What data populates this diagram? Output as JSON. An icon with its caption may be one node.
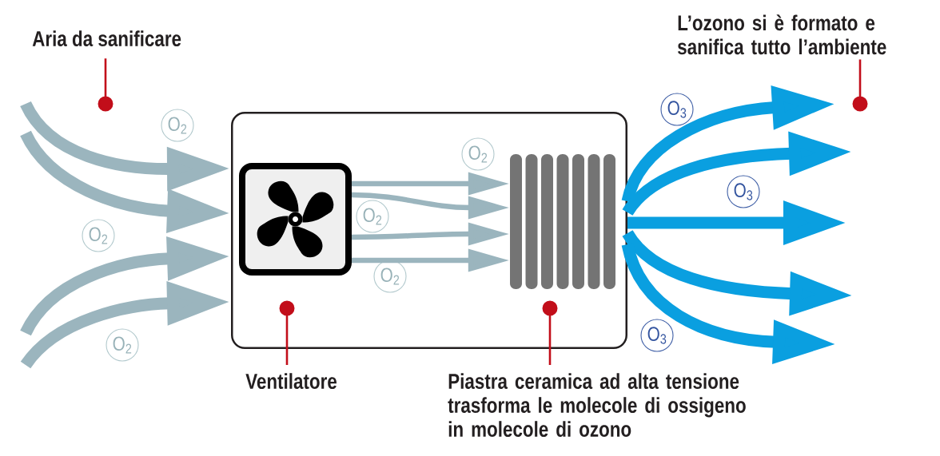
{
  "diagram": {
    "nodes": [
      {
        "text": [
          "Aria da sanificare"
        ]
      },
      {
        "text": [
          "L’ozono si è formato e sanifica tutto l’ambiente"
        ]
      },
      {
        "text": [],
        "shape": "box"
      },
      {
        "text": [],
        "shape": "picture",
        "in": 2
      },
      {
        "text": [],
        "shape": "picture",
        "in": 2
      },
      {
        "text": [
          "O$_{2}$"
        ],
        "in": 2
      },
      {
        "text": [
          "O$_{2}$"
        ],
        "in": 2
      },
      {
        "text": [
          "O$_{2}$"
        ],
        "in": 2
      },
      {
        "text": [
          "O$_{2}$"
        ]
      },
      {
        "text": [
          "O$_{2}$"
        ]
      },
      {
        "text": [
          "O$_{2}$"
        ]
      },
      {
        "text": [
          "O$_{3}$"
        ]
      },
      {
        "text": [
          "O$_{3}$"
        ]
      },
      {
        "text": [
          "O$_{3}$"
        ]
      },
      {
        "text": [
          "Ventilatore"
        ]
      },
      {
        "text": [
          "Piastra ceramica ad alta tensione trasforma le molecole di ossigeno in molecole di ozono"
        ]
      }
    ],
    "edges": [
      {
        "from": null,
        "to": 2,
        "arrow": "to"
      },
      {
        "from": null,
        "to": 2,
        "arrow": "to"
      },
      {
        "from": null,
        "to": 2,
        "arrow": "to"
      },
      {
        "from": null,
        "to": 2,
        "arrow": "to"
      },
      {
        "from": 3,
        "to": 4,
        "arrow": "to"
      },
      {
        "from": 3,
        "to": 4,
        "arrow": "to"
      },
      {
        "from": 3,
        "to": 4,
        "arrow": "to"
      },
      {
        "from": 3,
        "to": 4,
        "arrow": "to"
      },
      {
        "from": 2,
        "to": null,
        "arrow": "to",
        "color": "#0a9fe0"
      },
      {
        "from": 2,
        "to": null,
        "arrow": "to",
        "color": "#0a9fe0"
      },
      {
        "from": 2,
        "to": null,
        "arrow": "to",
        "color": "#0a9fe0"
      },
      {
        "from": 2,
        "to": null,
        "arrow": "to",
        "color": "#0a9fe0"
      },
      {
        "from": 2,
        "to": null,
        "arrow": "to",
        "color": "#0a9fe0"
      },
      {
        "from": 0,
        "to": null,
        "arrow": "other",
        "color": "#c20e1a"
      },
      {
        "from": 14,
        "to": null,
        "arrow": "other",
        "color": "#c20e1a"
      },
      {
        "from": 15,
        "to": null,
        "arrow": "other",
        "color": "#c20e1a"
      },
      {
        "from": 1,
        "to": null,
        "arrow": "other",
        "color": "#c20e1a"
      }
    ]
  }
}
